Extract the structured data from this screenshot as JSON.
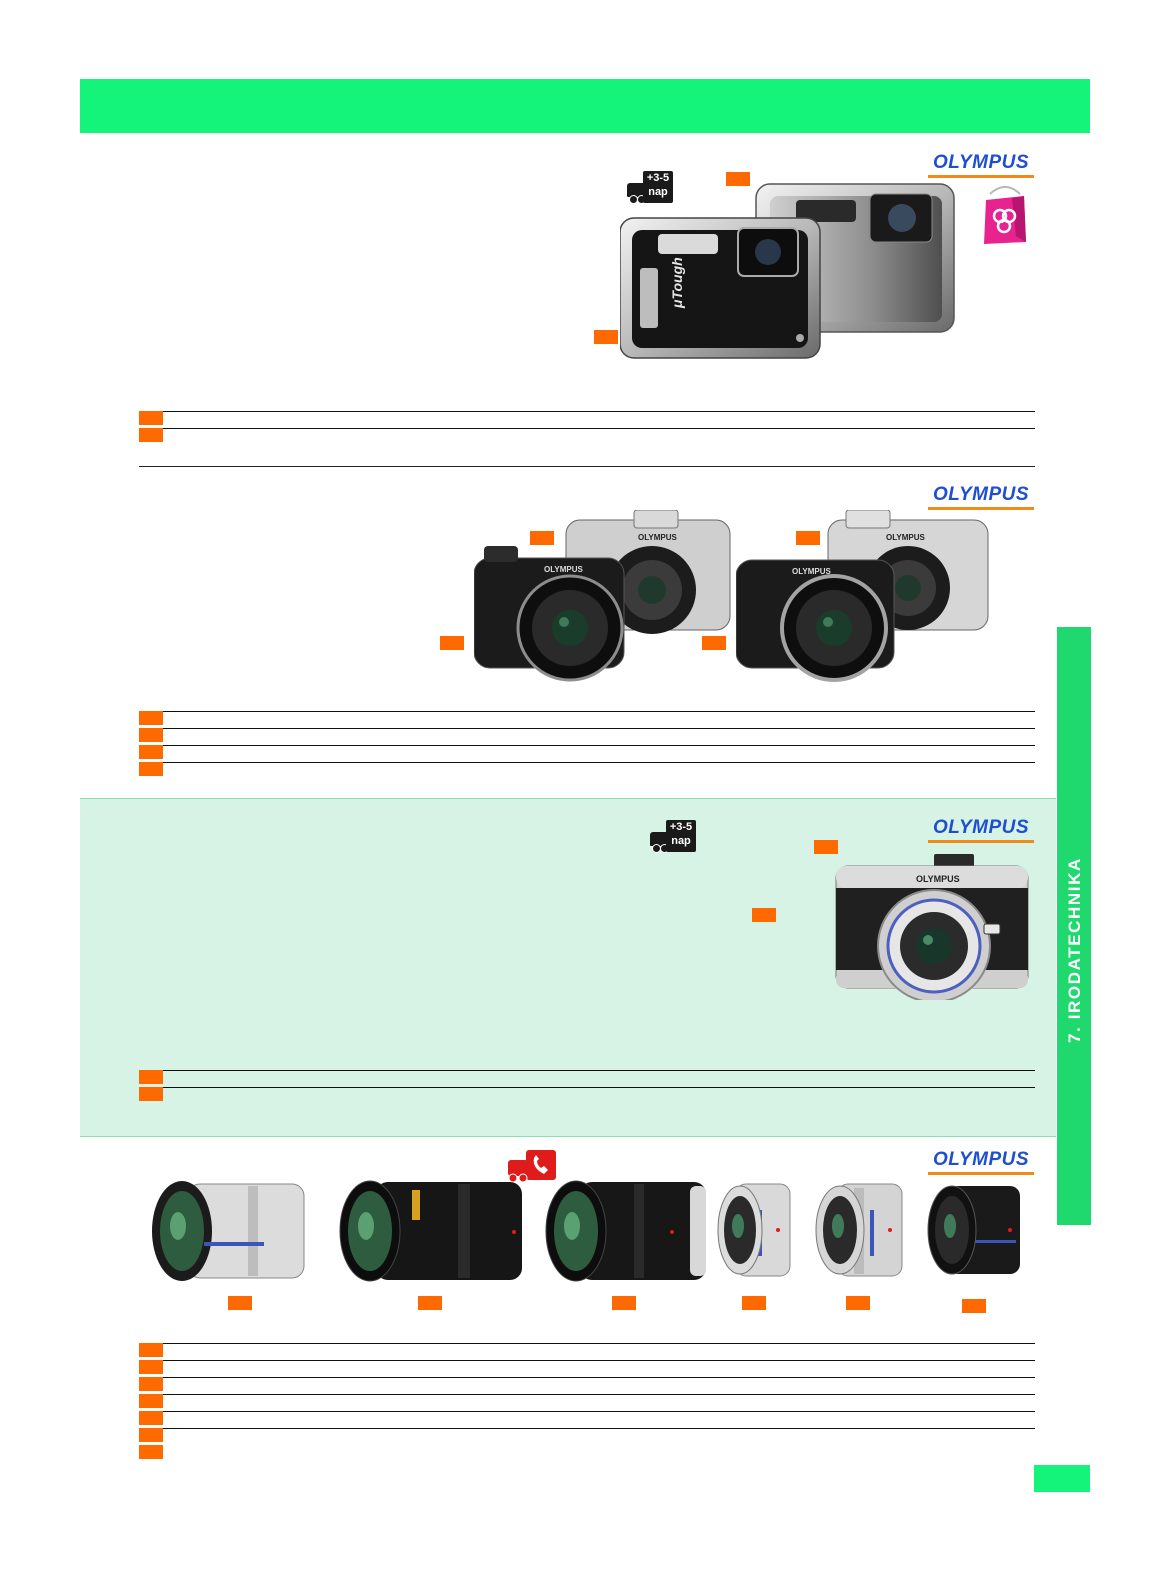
{
  "header": {
    "band_color": "#14f37a"
  },
  "brand": {
    "name": "OLYMPUS",
    "color": "#1f4fd1",
    "underline": "#f08a18"
  },
  "badges": {
    "delivery_top": "+3-5",
    "delivery_bottom": "nap"
  },
  "side_tab": {
    "label": "7. IRODATECHNIKA"
  },
  "icons": {
    "shopping_bag": "shopping-bag-icon",
    "truck": "truck-icon",
    "phone_delivery": "phone-delivery-icon"
  }
}
